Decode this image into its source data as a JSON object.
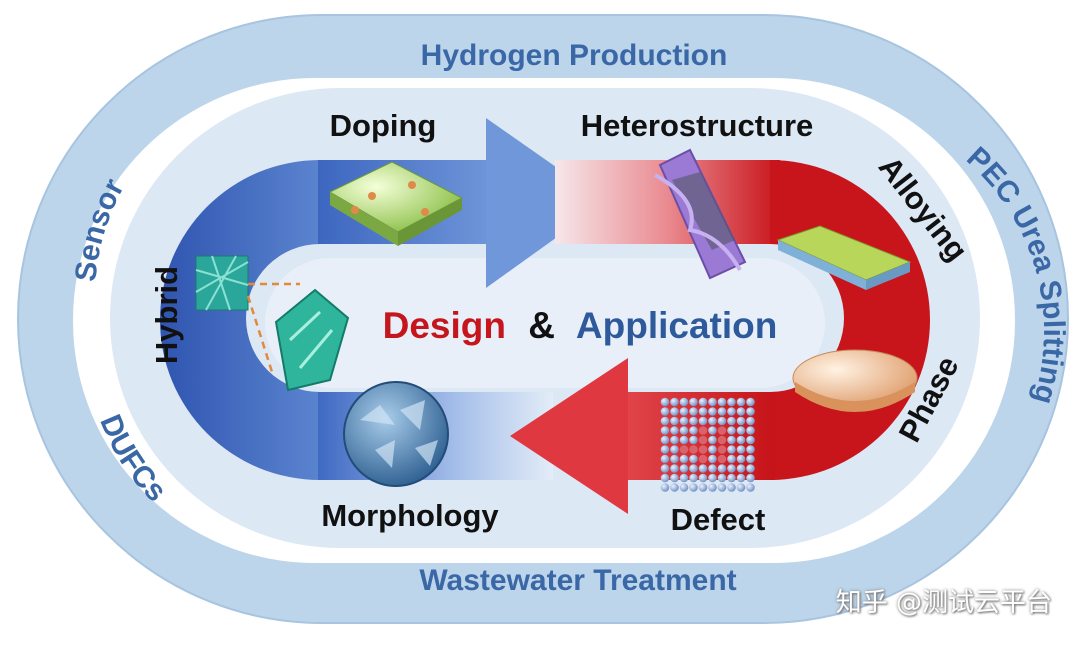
{
  "ring_labels": {
    "top": "Hydrogen Production",
    "bottom": "Wastewater Treatment",
    "left_upper": "Sensor",
    "left_lower": "DUFCs",
    "right": "PEC Urea Splitting"
  },
  "strategies": {
    "doping": "Doping",
    "heterostructure": "Heterostructure",
    "alloying": "Alloying",
    "phase": "Phase",
    "defect": "Defect",
    "morphology": "Morphology",
    "hybrid": "Hybrid"
  },
  "center": {
    "design": "Design",
    "amp": "&",
    "application": "Application"
  },
  "watermark": "知乎 @测试云平台",
  "colors": {
    "ring_text": "#3a67a6",
    "design_red": "#c4161c",
    "application_blue": "#2e5a9c",
    "blue_arrow": "#4a78c8",
    "red_arrow": "#d42020"
  }
}
